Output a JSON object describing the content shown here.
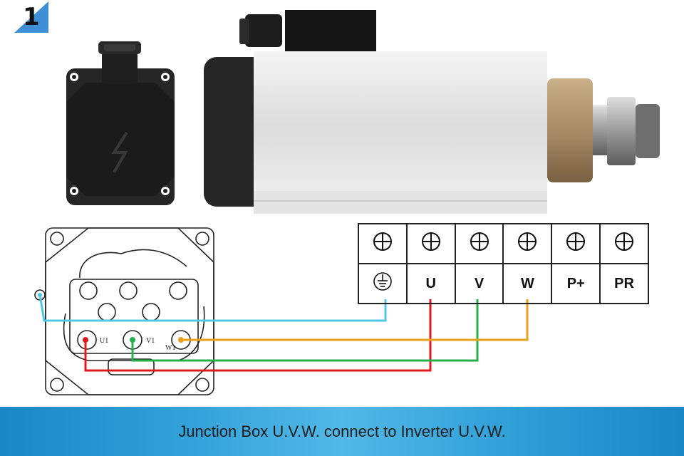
{
  "step": {
    "number": "1"
  },
  "colors": {
    "badge_blue": "#3f8fd6",
    "ground_wire": "#4fc8e6",
    "u_wire": "#e0191c",
    "v_wire": "#25b04a",
    "w_wire": "#e8a11b",
    "caption_band": "#2f9fd8"
  },
  "terminals": {
    "top_row_icon": "crosshair-terminal-icon",
    "labels": [
      "U",
      "V",
      "W",
      "P+",
      "PR"
    ],
    "ground_icon": "ground-icon"
  },
  "junction_box": {
    "u_label": "U1",
    "v_label": "V1",
    "w_label": "W1"
  },
  "caption": {
    "text": "Junction Box U.V.W. connect to Inverter U.V.W."
  }
}
